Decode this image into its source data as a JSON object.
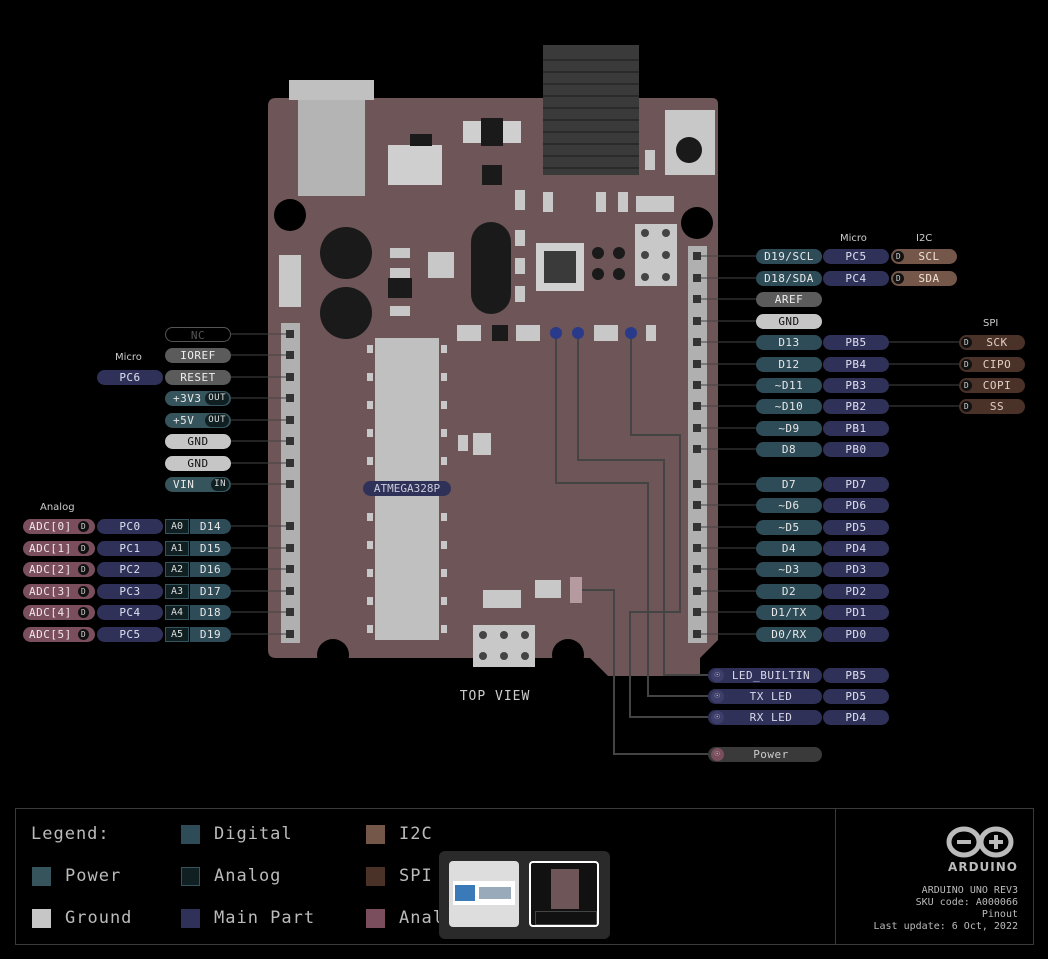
{
  "labels": {
    "micro_top": "Micro",
    "i2c_top": "I2C",
    "spi_top": "SPI",
    "micro_left": "Micro",
    "analog_left": "Analog",
    "chip": "ATMEGA328P",
    "top_view": "TOP VIEW"
  },
  "left_power": [
    {
      "text": "NC",
      "kind": "nc"
    },
    {
      "text": "IOREF",
      "kind": "gray"
    },
    {
      "text": "RESET",
      "kind": "gray",
      "micro": "PC6"
    },
    {
      "text": "+3V3",
      "kind": "power",
      "tag": "OUT"
    },
    {
      "text": "+5V",
      "kind": "power",
      "tag": "OUT"
    },
    {
      "text": "GND",
      "kind": "ground"
    },
    {
      "text": "GND",
      "kind": "ground"
    },
    {
      "text": "VIN",
      "kind": "power",
      "tag": "IN"
    }
  ],
  "left_analog": [
    {
      "adc": "ADC[0]",
      "port": "PC0",
      "a": "A0",
      "d": "D14"
    },
    {
      "adc": "ADC[1]",
      "port": "PC1",
      "a": "A1",
      "d": "D15"
    },
    {
      "adc": "ADC[2]",
      "port": "PC2",
      "a": "A2",
      "d": "D16"
    },
    {
      "adc": "ADC[3]",
      "port": "PC3",
      "a": "A3",
      "d": "D17"
    },
    {
      "adc": "ADC[4]",
      "port": "PC4",
      "a": "A4",
      "d": "D18"
    },
    {
      "adc": "ADC[5]",
      "port": "PC5",
      "a": "A5",
      "d": "D19"
    }
  ],
  "right_top": [
    {
      "pin": "D19/SCL",
      "port": "PC5",
      "extra": "SCL",
      "extra_kind": "i2c"
    },
    {
      "pin": "D18/SDA",
      "port": "PC4",
      "extra": "SDA",
      "extra_kind": "i2c"
    },
    {
      "pin": "AREF",
      "kind": "gray"
    },
    {
      "pin": "GND",
      "kind": "ground"
    },
    {
      "pin": "D13",
      "port": "PB5",
      "extra": "SCK",
      "extra_kind": "spi"
    },
    {
      "pin": "D12",
      "port": "PB4",
      "extra": "CIPO",
      "extra_kind": "spi"
    },
    {
      "pin": "~D11",
      "port": "PB3",
      "extra": "COPI",
      "extra_kind": "spi"
    },
    {
      "pin": "~D10",
      "port": "PB2",
      "extra": "SS",
      "extra_kind": "spi"
    },
    {
      "pin": "~D9",
      "port": "PB1"
    },
    {
      "pin": "D8",
      "port": "PB0"
    }
  ],
  "right_bottom": [
    {
      "pin": "D7",
      "port": "PD7"
    },
    {
      "pin": "~D6",
      "port": "PD6"
    },
    {
      "pin": "~D5",
      "port": "PD5"
    },
    {
      "pin": "D4",
      "port": "PD4"
    },
    {
      "pin": "~D3",
      "port": "PD3"
    },
    {
      "pin": "D2",
      "port": "PD2"
    },
    {
      "pin": "D1/TX",
      "port": "PD1"
    },
    {
      "pin": "D0/RX",
      "port": "PD0"
    }
  ],
  "leds": [
    {
      "label": "LED_BUILTIN",
      "port": "PB5"
    },
    {
      "label": "TX LED",
      "port": "PD5"
    },
    {
      "label": "RX LED",
      "port": "PD4"
    },
    {
      "label": "Power",
      "port": ""
    }
  ],
  "legend": {
    "title": "Legend:",
    "items": [
      {
        "label": "Power",
        "color": "#35545b"
      },
      {
        "label": "Ground",
        "color": "#c6c6c6"
      },
      {
        "label": "Digital",
        "color": "#2e4c57"
      },
      {
        "label": "Analog",
        "color": "#0f1f22"
      },
      {
        "label": "Main Part",
        "color": "#2f3158"
      },
      {
        "label": "I2C",
        "color": "#75574a"
      },
      {
        "label": "SPI",
        "color": "#4a3229"
      },
      {
        "label": "Anal",
        "color": "#7a4e5c"
      }
    ]
  },
  "brand": {
    "name": "ARDUINO",
    "line1": "ARDUINO UNO REV3",
    "line2": "SKU code: A000066",
    "line3": "Pinout",
    "line4": "Last update: 6 Oct, 2022"
  },
  "colors": {
    "board": "#6e5558",
    "header": "#b0b0b0",
    "trace": "#444444"
  }
}
